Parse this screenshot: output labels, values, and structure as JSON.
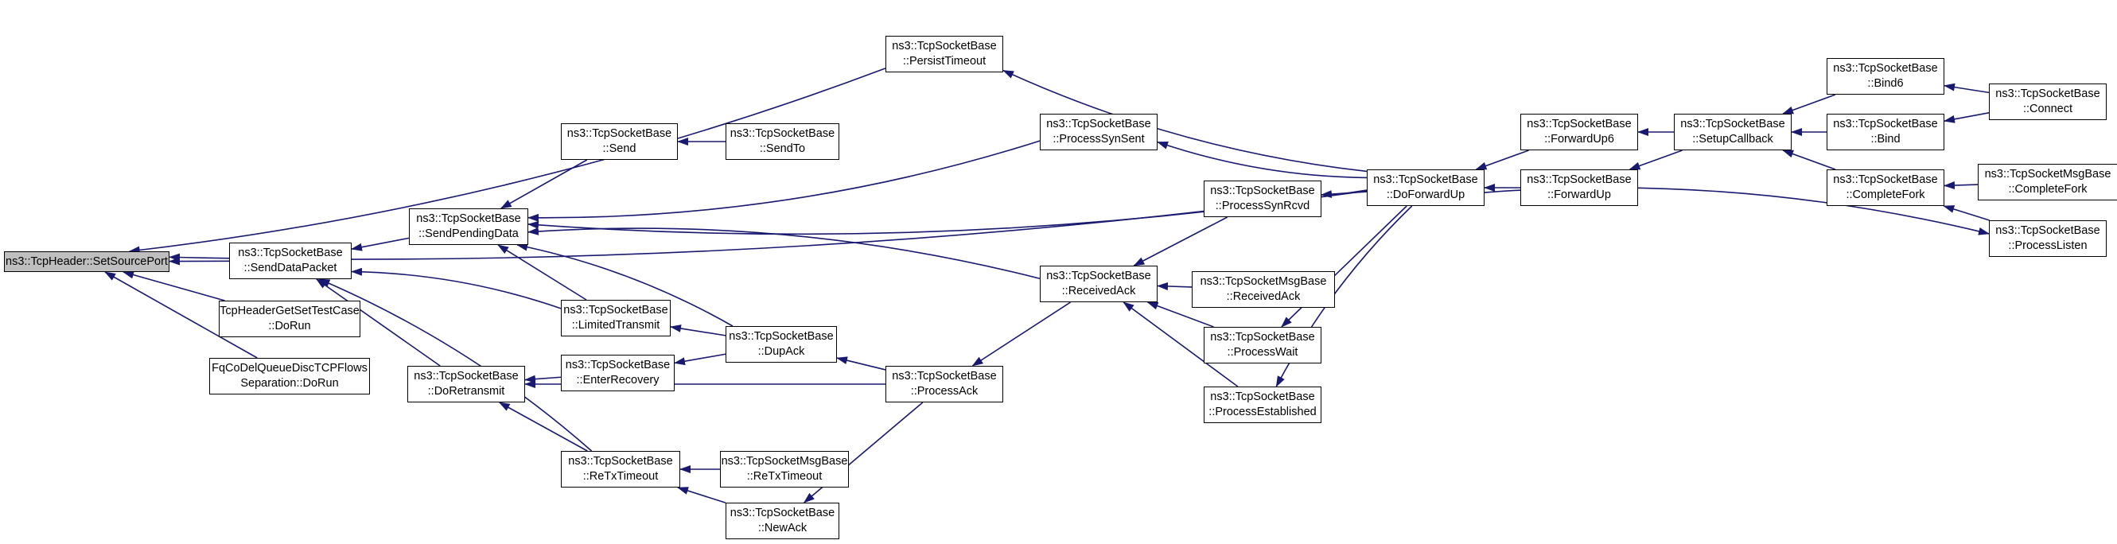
{
  "graph": {
    "nodes": [
      {
        "id": "root",
        "lines": [
          "ns3::TcpHeader::SetSourcePort"
        ],
        "root": true
      },
      {
        "id": "senddatapacket",
        "lines": [
          "ns3::TcpSocketBase",
          "::SendDataPacket"
        ]
      },
      {
        "id": "tcpheadertest",
        "lines": [
          "TcpHeaderGetSetTestCase",
          "::DoRun"
        ]
      },
      {
        "id": "fqcodel",
        "lines": [
          "FqCoDelQueueDiscTCPFlows",
          "Separation::DoRun"
        ]
      },
      {
        "id": "sendpendingdata",
        "lines": [
          "ns3::TcpSocketBase",
          "::SendPendingData"
        ]
      },
      {
        "id": "doretransmit",
        "lines": [
          "ns3::TcpSocketBase",
          "::DoRetransmit"
        ]
      },
      {
        "id": "send",
        "lines": [
          "ns3::TcpSocketBase",
          "::Send"
        ]
      },
      {
        "id": "sendto",
        "lines": [
          "ns3::TcpSocketBase",
          "::SendTo"
        ]
      },
      {
        "id": "limitedtransmit",
        "lines": [
          "ns3::TcpSocketBase",
          "::LimitedTransmit"
        ]
      },
      {
        "id": "enterrecovery",
        "lines": [
          "ns3::TcpSocketBase",
          "::EnterRecovery"
        ]
      },
      {
        "id": "retxtimeout",
        "lines": [
          "ns3::TcpSocketBase",
          "::ReTxTimeout"
        ]
      },
      {
        "id": "dupack",
        "lines": [
          "ns3::TcpSocketBase",
          "::DupAck"
        ]
      },
      {
        "id": "msgretx",
        "lines": [
          "ns3::TcpSocketMsgBase",
          "::ReTxTimeout"
        ]
      },
      {
        "id": "newack",
        "lines": [
          "ns3::TcpSocketBase",
          "::NewAck"
        ]
      },
      {
        "id": "persisttimeout",
        "lines": [
          "ns3::TcpSocketBase",
          "::PersistTimeout"
        ]
      },
      {
        "id": "processsynsent",
        "lines": [
          "ns3::TcpSocketBase",
          "::ProcessSynSent"
        ]
      },
      {
        "id": "processack",
        "lines": [
          "ns3::TcpSocketBase",
          "::ProcessAck"
        ]
      },
      {
        "id": "receivedack",
        "lines": [
          "ns3::TcpSocketBase",
          "::ReceivedAck"
        ]
      },
      {
        "id": "processsynrcvd",
        "lines": [
          "ns3::TcpSocketBase",
          "::ProcessSynRcvd"
        ]
      },
      {
        "id": "msgreceivedack",
        "lines": [
          "ns3::TcpSocketMsgBase",
          "::ReceivedAck"
        ]
      },
      {
        "id": "processwait",
        "lines": [
          "ns3::TcpSocketBase",
          "::ProcessWait"
        ]
      },
      {
        "id": "processestablished",
        "lines": [
          "ns3::TcpSocketBase",
          "::ProcessEstablished"
        ]
      },
      {
        "id": "doforwardup",
        "lines": [
          "ns3::TcpSocketBase",
          "::DoForwardUp"
        ]
      },
      {
        "id": "forwardup6",
        "lines": [
          "ns3::TcpSocketBase",
          "::ForwardUp6"
        ]
      },
      {
        "id": "forwardup",
        "lines": [
          "ns3::TcpSocketBase",
          "::ForwardUp"
        ]
      },
      {
        "id": "setupcallback",
        "lines": [
          "ns3::TcpSocketBase",
          "::SetupCallback"
        ]
      },
      {
        "id": "bind6",
        "lines": [
          "ns3::TcpSocketBase",
          "::Bind6"
        ]
      },
      {
        "id": "bind",
        "lines": [
          "ns3::TcpSocketBase",
          "::Bind"
        ]
      },
      {
        "id": "completefork",
        "lines": [
          "ns3::TcpSocketBase",
          "::CompleteFork"
        ]
      },
      {
        "id": "connect",
        "lines": [
          "ns3::TcpSocketBase",
          "::Connect"
        ]
      },
      {
        "id": "msgcompletefork",
        "lines": [
          "ns3::TcpSocketMsgBase",
          "::CompleteFork"
        ]
      },
      {
        "id": "processlisten",
        "lines": [
          "ns3::TcpSocketBase",
          "::ProcessListen"
        ]
      }
    ],
    "edges": [
      [
        "senddatapacket",
        "root"
      ],
      [
        "tcpheadertest",
        "root"
      ],
      [
        "fqcodel",
        "root"
      ],
      [
        "persisttimeout",
        "root"
      ],
      [
        "doforwardup",
        "root"
      ],
      [
        "sendpendingdata",
        "senddatapacket"
      ],
      [
        "doretransmit",
        "senddatapacket"
      ],
      [
        "limitedtransmit",
        "senddatapacket"
      ],
      [
        "retxtimeout",
        "senddatapacket"
      ],
      [
        "send",
        "sendpendingdata"
      ],
      [
        "limitedtransmit",
        "sendpendingdata"
      ],
      [
        "dupack",
        "sendpendingdata"
      ],
      [
        "receivedack",
        "sendpendingdata"
      ],
      [
        "processsynsent",
        "sendpendingdata"
      ],
      [
        "doforwardup",
        "sendpendingdata"
      ],
      [
        "sendto",
        "send"
      ],
      [
        "dupack",
        "limitedtransmit"
      ],
      [
        "enterrecovery",
        "doretransmit"
      ],
      [
        "retxtimeout",
        "doretransmit"
      ],
      [
        "processack",
        "doretransmit"
      ],
      [
        "dupack",
        "enterrecovery"
      ],
      [
        "msgretx",
        "retxtimeout"
      ],
      [
        "newack",
        "retxtimeout"
      ],
      [
        "processack",
        "dupack"
      ],
      [
        "processack",
        "newack"
      ],
      [
        "receivedack",
        "processack"
      ],
      [
        "processsynrcvd",
        "receivedack"
      ],
      [
        "msgreceivedack",
        "receivedack"
      ],
      [
        "processwait",
        "receivedack"
      ],
      [
        "processestablished",
        "receivedack"
      ],
      [
        "doforwardup",
        "persisttimeout"
      ],
      [
        "doforwardup",
        "processsynsent"
      ],
      [
        "doforwardup",
        "processsynrcvd"
      ],
      [
        "doforwardup",
        "processwait"
      ],
      [
        "doforwardup",
        "processestablished"
      ],
      [
        "forwardup6",
        "doforwardup"
      ],
      [
        "forwardup",
        "doforwardup"
      ],
      [
        "setupcallback",
        "forwardup6"
      ],
      [
        "setupcallback",
        "forwardup"
      ],
      [
        "bind6",
        "setupcallback"
      ],
      [
        "bind",
        "setupcallback"
      ],
      [
        "completefork",
        "setupcallback"
      ],
      [
        "connect",
        "bind6"
      ],
      [
        "connect",
        "bind"
      ],
      [
        "msgcompletefork",
        "completefork"
      ],
      [
        "processlisten",
        "completefork"
      ],
      [
        "doforwardup",
        "processlisten"
      ]
    ],
    "colors": {
      "edge": "#191970",
      "node_border": "#000000",
      "root_fill": "#bfbfbf"
    }
  }
}
